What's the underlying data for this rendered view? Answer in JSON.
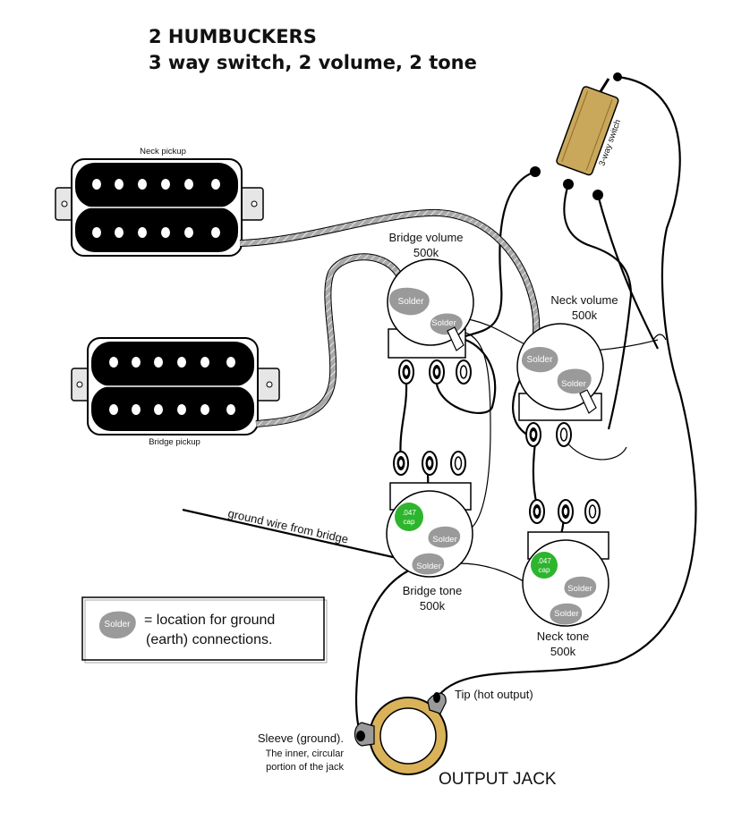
{
  "title": {
    "line1": "2 HUMBUCKERS",
    "line2": "3 way switch, 2 volume, 2 tone"
  },
  "pickups": {
    "neck": "Neck pickup",
    "bridge": "Bridge pickup"
  },
  "switch": {
    "label": "3-way switch"
  },
  "pots": {
    "bridge_volume": {
      "name": "Bridge volume",
      "value": "500k"
    },
    "neck_volume": {
      "name": "Neck volume",
      "value": "500k"
    },
    "bridge_tone": {
      "name": "Bridge tone",
      "value": "500k"
    },
    "neck_tone": {
      "name": "Neck tone",
      "value": "500k"
    }
  },
  "solder_label": "Solder",
  "cap": {
    "line1": ".047",
    "line2": "cap"
  },
  "ground_wire_label": "ground wire from bridge",
  "legend": {
    "solder": "Solder",
    "line1": "= location for ground",
    "line2": "(earth) connections."
  },
  "jack": {
    "tip": "Tip (hot output)",
    "sleeve_line1": "Sleeve (ground).",
    "sleeve_line2": "The inner, circular",
    "sleeve_line3": "portion of the jack",
    "title": "OUTPUT JACK"
  },
  "colors": {
    "solder_blob": "#9a9a9a",
    "capacitor": "#2db52d",
    "switch_body": "#c9a85c",
    "jack_ring": "#d9b25a",
    "braided_shield": "#9c9c9c",
    "pickup_body": "#000000"
  },
  "icons": {
    "solder": "solder-blob-icon",
    "capacitor": "capacitor-icon",
    "lug": "solder-lug-icon"
  }
}
